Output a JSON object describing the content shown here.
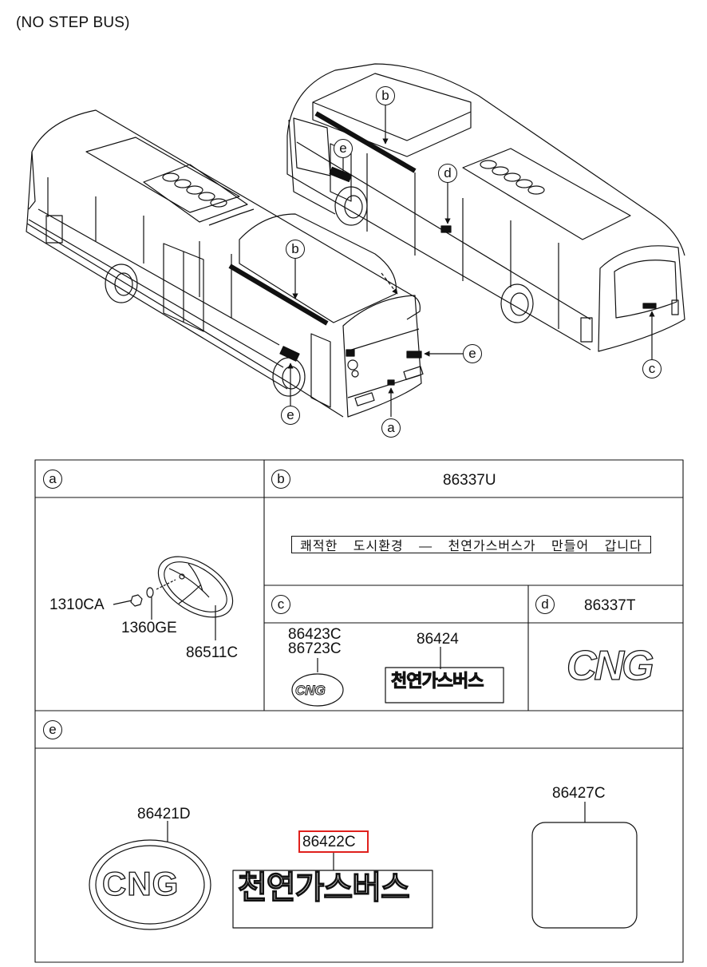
{
  "title": "(NO STEP BUS)",
  "callouts": {
    "a": "a",
    "b": "b",
    "c": "c",
    "d": "d",
    "e": "e"
  },
  "table": {
    "section_a": {
      "letter": "a",
      "parts": {
        "nut": "1310CA",
        "washer": "1360GE",
        "emblem": "86511C"
      }
    },
    "section_b": {
      "letter": "b",
      "part": "86337U",
      "slogan": "쾌적한 도시환경 — 천연가스버스가 만들어 갑니다"
    },
    "section_c": {
      "letter": "c",
      "part_1": "86423C",
      "part_2": "86723C",
      "part_3": "86424",
      "badge_text": "CNG",
      "sticker_text": "천연가스버스"
    },
    "section_d": {
      "letter": "d",
      "part": "86337T",
      "badge_text": "CNG"
    },
    "section_e": {
      "letter": "e",
      "part_1": "86421D",
      "part_2": "86422C",
      "part_3": "86427C",
      "badge_text": "CNG",
      "sticker_text": "천연가스버스"
    }
  },
  "colors": {
    "highlight": "#e0201c",
    "line": "#111111"
  }
}
